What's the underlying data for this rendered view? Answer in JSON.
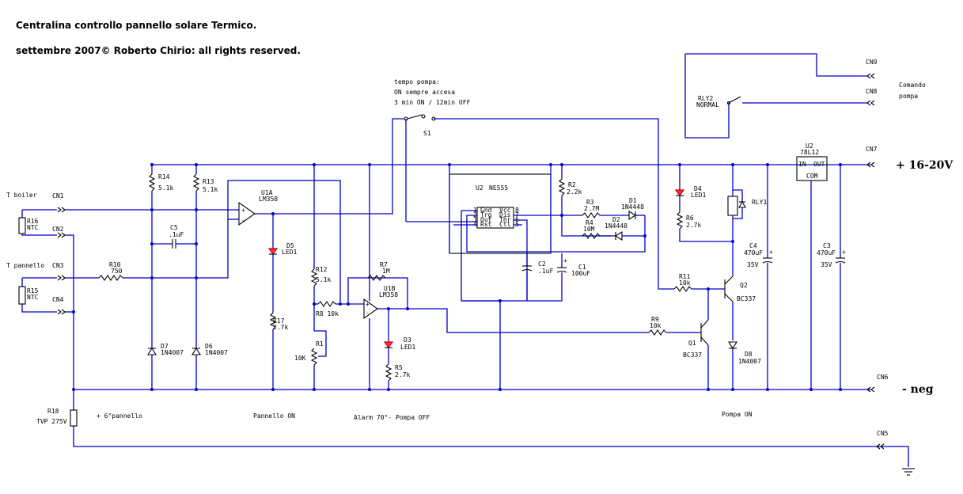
{
  "title": {
    "line1": "Centralina controllo pannello solare Termico.",
    "line2": "settembre 2007© Roberto Chirio: all rights reserved."
  },
  "s1": {
    "caption1": "tempo pompa:",
    "caption2": "ON sempre accesa",
    "caption3": "3 min ON / 12min OFF",
    "ref": "S1"
  },
  "inputs": {
    "t_boiler": "T boiler",
    "t_pannello": "T pannello"
  },
  "connectors": {
    "cn1": "CN1",
    "cn2": "CN2",
    "cn3": "CN3",
    "cn4": "CN4",
    "cn5": "CN5",
    "cn6": "CN6",
    "cn7": "CN7",
    "cn8": "CN8",
    "cn9": "CN9"
  },
  "labels": {
    "supply": "+ 16-20V",
    "neg": "- neg",
    "comando1": "Comando",
    "comando2": "pompa",
    "pannello_on": "Pannello ON",
    "alarm": "Alarm 70°- Pompa OFF",
    "pompa_on": "Pompa ON",
    "sei_pannello": "+ 6°pannello"
  },
  "components": {
    "r1": "R1",
    "r1v": "10K",
    "r2": "R2",
    "r2v": "2.2k",
    "r3": "R3",
    "r3v": "2.7M",
    "r4": "R4",
    "r4v": "10M",
    "r5": "R5",
    "r5v": "2.7k",
    "r6": "R6",
    "r6v": "2.7k",
    "r7": "R7",
    "r7v": "1M",
    "r8": "R8 10k",
    "r9": "R9",
    "r9v": "10k",
    "r10": "R10",
    "r10v": "750",
    "r11": "R11",
    "r11v": "10k",
    "r12": "R12",
    "r12v": "5.1k",
    "r13": "R13",
    "r13v": "5.1k",
    "r14": "R14",
    "r14v": "5.1k",
    "r15": "R15",
    "r15v": "NTC",
    "r16": "R16",
    "r16v": "NTC",
    "r17": "R17",
    "r17v": "2.7k",
    "r18": "R18",
    "r18v": "TVP 275V",
    "c1": "C1",
    "c1v": "100uF",
    "c2": "C2",
    "c2v": ".1uF",
    "c3": "C3",
    "c3v": "470uF",
    "c3vv": "35V",
    "c4": "C4",
    "c4v": "470uF",
    "c4vv": "35V",
    "c5": "C5",
    "c5v": ".1uF",
    "d1": "D1",
    "d1v": "1N4448",
    "d2": "D2",
    "d2v": "1N4448",
    "d3": "D3",
    "d3v": "LED1",
    "d4": "D4",
    "d4v": "LED1",
    "d5": "D5",
    "d5v": "LED1",
    "d6": "D6",
    "d6v": "1N4007",
    "d7": "D7",
    "d7v": "1N4007",
    "d8": "D8",
    "d8v": "1N4007",
    "q1": "Q1",
    "q1v": "BC337",
    "q2": "Q2",
    "q2v": "BC337",
    "u1a": "U1A",
    "u1av": "LM358",
    "u1b": "U1B",
    "u1bv": "LM358",
    "u2": "U2",
    "u2v": "NE555",
    "u2r": "U2",
    "u2rv": "78L12",
    "reg_in": "IN",
    "reg_out": "OUT",
    "reg_com": "COM",
    "rly1": "RLY1",
    "rly2": "RLY2",
    "rly2v": "NORMAL",
    "pin_gnd": "Gnd",
    "pin_trg": "Trg",
    "pin_out": "Out",
    "pin_rst": "Rst",
    "pin_vcc": "Vcc",
    "pin_dis": "Dis",
    "pin_thr": "Thr",
    "pin_ctl": "Ctl",
    "p1": "1",
    "p2": "2",
    "p3": "3",
    "p4": "4",
    "p5": "5",
    "p6": "6",
    "p7": "7",
    "p8": "8"
  }
}
